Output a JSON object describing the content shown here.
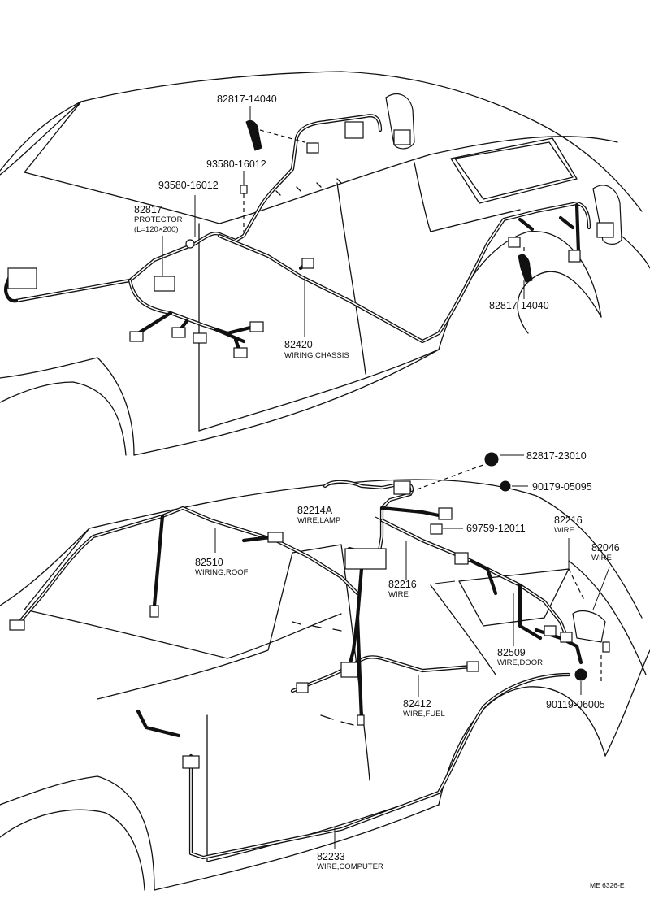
{
  "upper": {
    "p1": {
      "num": "82817-14040"
    },
    "p2": {
      "num": "93580-16012"
    },
    "p3": {
      "num": "93580-16012"
    },
    "p4": {
      "num": "82817",
      "desc1": "PROTECTOR",
      "desc2": "(L=120×200)"
    },
    "p5": {
      "num": "82420",
      "desc": "WIRING,CHASSIS"
    },
    "p6": {
      "num": "82817-14040"
    }
  },
  "lower": {
    "p1": {
      "num": "82817-23010"
    },
    "p2": {
      "num": "90179-05095"
    },
    "p3": {
      "num": "82214A",
      "desc": "WIRE,LAMP"
    },
    "p4": {
      "num": "69759-12011"
    },
    "p5": {
      "num": "82216",
      "desc": "WIRE"
    },
    "p6": {
      "num": "82046",
      "desc": "WIRE"
    },
    "p7": {
      "num": "82510",
      "desc": "WIRING,ROOF"
    },
    "p8": {
      "num": "82216",
      "desc": "WIRE"
    },
    "p9": {
      "num": "82509",
      "desc": "WIRE,DOOR"
    },
    "p10": {
      "num": "82412",
      "desc": "WIRE,FUEL"
    },
    "p11": {
      "num": "90119-06005"
    },
    "p12": {
      "num": "82233",
      "desc": "WIRE,COMPUTER"
    }
  },
  "footer": {
    "ref": "ME 6326-E"
  }
}
